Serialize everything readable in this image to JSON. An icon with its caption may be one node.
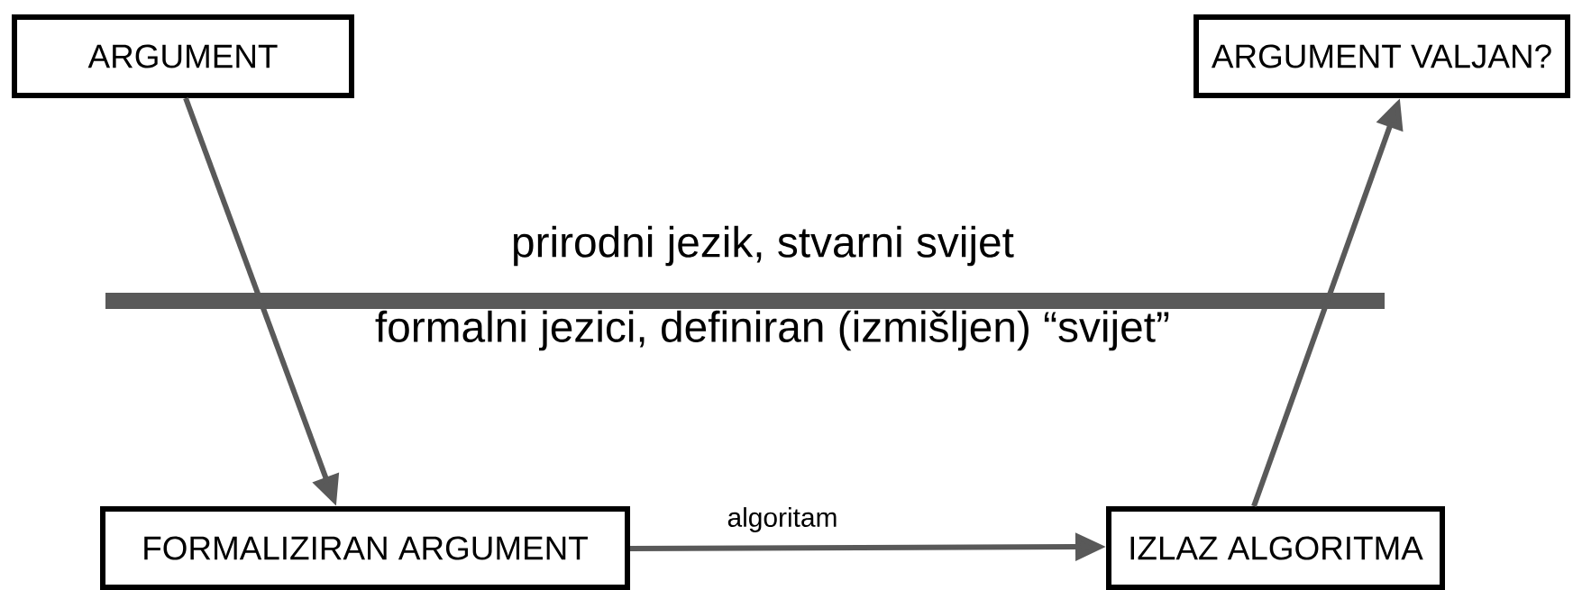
{
  "diagram": {
    "nodes": [
      {
        "text": [
          "ARGUMENT"
        ]
      },
      {
        "text": [
          "ARGUMENT VALJAN?"
        ]
      },
      {
        "text": [
          "FORMALIZIRAN ARGUMENT"
        ]
      },
      {
        "text": [
          "IZLAZ ALGORITMA"
        ]
      },
      {
        "text": [],
        "shape": "bar"
      }
    ],
    "edges": [
      {
        "from": 0,
        "to": 2,
        "arrow": "to"
      },
      {
        "from": 2,
        "to": 3,
        "arrow": "to",
        "label": "algoritam"
      },
      {
        "from": 3,
        "to": 1,
        "arrow": "to"
      }
    ],
    "labels": [
      "prirodni jezik, stvarni svijet",
      "formalni jezici, definiran (izmišljen) “svijet”"
    ]
  }
}
